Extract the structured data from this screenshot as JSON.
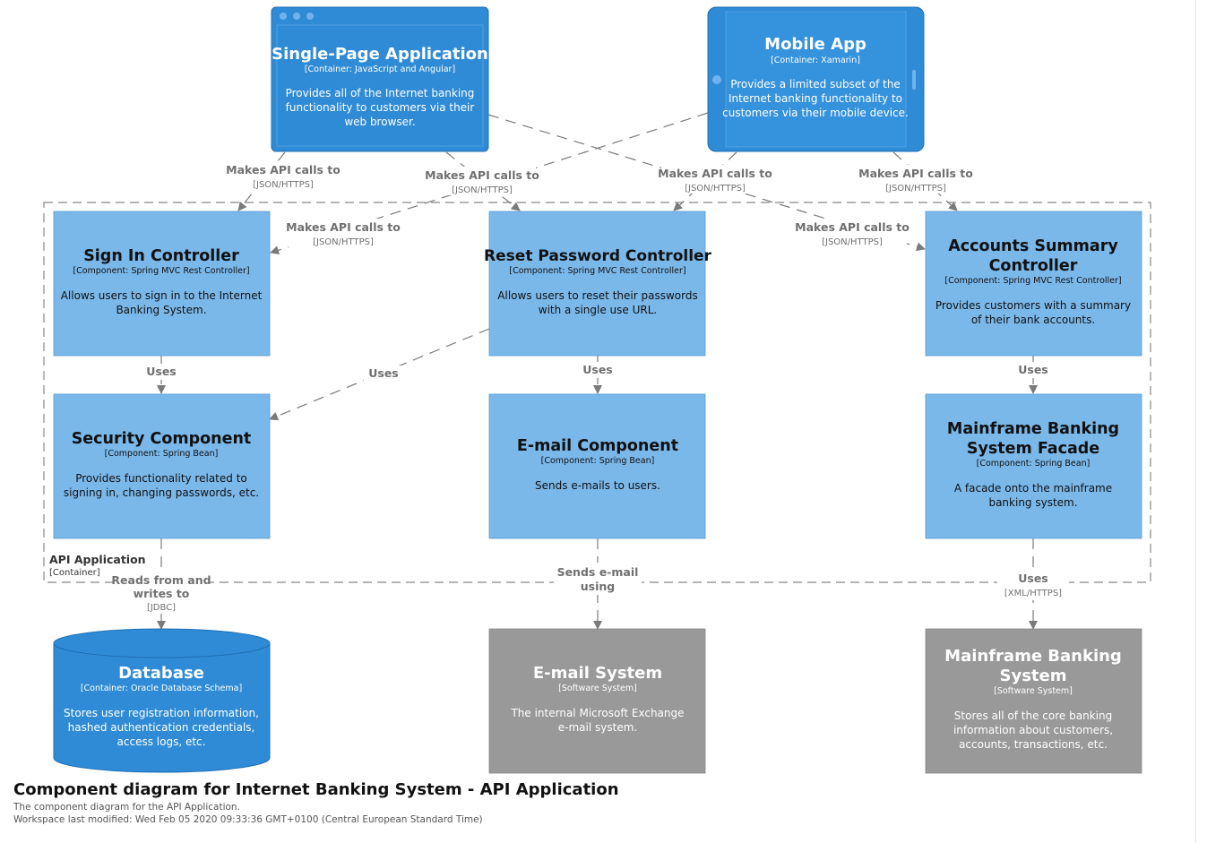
{
  "colors": {
    "container": "#2f8bd6",
    "component": "#7ab8ea",
    "external": "#999999",
    "edge": "#7a7a7a"
  },
  "containers": {
    "spa": {
      "title": "Single-Page Application",
      "type": "[Container: JavaScript and Angular]",
      "desc": [
        "Provides all of the Internet banking",
        "functionality to customers via their",
        "web browser."
      ]
    },
    "mobile": {
      "title": "Mobile App",
      "type": "[Container: Xamarin]",
      "desc": [
        "Provides a limited subset of the",
        "Internet banking functionality to",
        "customers via their mobile device."
      ]
    },
    "database": {
      "title": "Database",
      "type": "[Container: Oracle Database Schema]",
      "desc": [
        "Stores user registration information,",
        "hashed authentication credentials,",
        "access logs, etc."
      ]
    }
  },
  "components": {
    "sign_in": {
      "title": [
        "Sign In Controller"
      ],
      "type": "[Component: Spring MVC Rest Controller]",
      "desc": [
        "Allows users to sign in to the Internet",
        "Banking System."
      ]
    },
    "reset_password": {
      "title": [
        "Reset Password Controller"
      ],
      "type": "[Component: Spring MVC Rest Controller]",
      "desc": [
        "Allows users to reset their passwords",
        "with a single use URL."
      ]
    },
    "accounts_summary": {
      "title": [
        "Accounts Summary",
        "Controller"
      ],
      "type": "[Component: Spring MVC Rest Controller]",
      "desc": [
        "Provides customers with a summary",
        "of their bank accounts."
      ]
    },
    "security": {
      "title": [
        "Security Component"
      ],
      "type": "[Component: Spring Bean]",
      "desc": [
        "Provides functionality related to",
        "signing in, changing passwords, etc."
      ]
    },
    "email_component": {
      "title": [
        "E-mail Component"
      ],
      "type": "[Component: Spring Bean]",
      "desc": [
        "Sends e-mails to users."
      ]
    },
    "mainframe_facade": {
      "title": [
        "Mainframe Banking",
        "System Facade"
      ],
      "type": "[Component: Spring Bean]",
      "desc": [
        "A facade onto the mainframe",
        "banking system."
      ]
    }
  },
  "systems": {
    "email_system": {
      "title": [
        "E-mail System"
      ],
      "type": "[Software System]",
      "desc": [
        "The internal Microsoft Exchange",
        "e-mail system."
      ]
    },
    "mainframe_system": {
      "title": [
        "Mainframe Banking",
        "System"
      ],
      "type": "[Software System]",
      "desc": [
        "Stores all of the core banking",
        "information about customers,",
        "accounts, transactions, etc."
      ]
    }
  },
  "boundary": {
    "title": "API Application",
    "subtitle": "[Container]"
  },
  "relationships": {
    "spa_signin": {
      "label": [
        "Makes API calls to"
      ],
      "tech": "[JSON/HTTPS]"
    },
    "spa_reset": {
      "label": [
        "Makes API calls to"
      ],
      "tech": "[JSON/HTTPS]"
    },
    "spa_accounts": {
      "label": [
        "Makes API calls to"
      ],
      "tech": "[JSON/HTTPS]"
    },
    "mobile_signin": {
      "label": [
        "Makes API calls to"
      ],
      "tech": "[JSON/HTTPS]"
    },
    "mobile_reset": {
      "label": [
        "Makes API calls to"
      ],
      "tech": "[JSON/HTTPS]"
    },
    "mobile_accounts": {
      "label": [
        "Makes API calls to"
      ],
      "tech": "[JSON/HTTPS]"
    },
    "signin_security": {
      "label": [
        "Uses"
      ],
      "tech": ""
    },
    "reset_security": {
      "label": [
        "Uses"
      ],
      "tech": ""
    },
    "reset_email": {
      "label": [
        "Uses"
      ],
      "tech": ""
    },
    "accounts_facade": {
      "label": [
        "Uses"
      ],
      "tech": ""
    },
    "security_db": {
      "label": [
        "Reads from and",
        "writes to"
      ],
      "tech": "[JDBC]"
    },
    "email_system": {
      "label": [
        "Sends e-mail",
        "using"
      ],
      "tech": ""
    },
    "facade_mainframe": {
      "label": [
        "Uses"
      ],
      "tech": "[XML/HTTPS]"
    }
  },
  "footer": {
    "title": "Component diagram for Internet Banking System - API Application",
    "description": "The component diagram for the API Application.",
    "modified": "Workspace last modified: Wed Feb 05 2020 09:33:36 GMT+0100 (Central European Standard Time)"
  }
}
